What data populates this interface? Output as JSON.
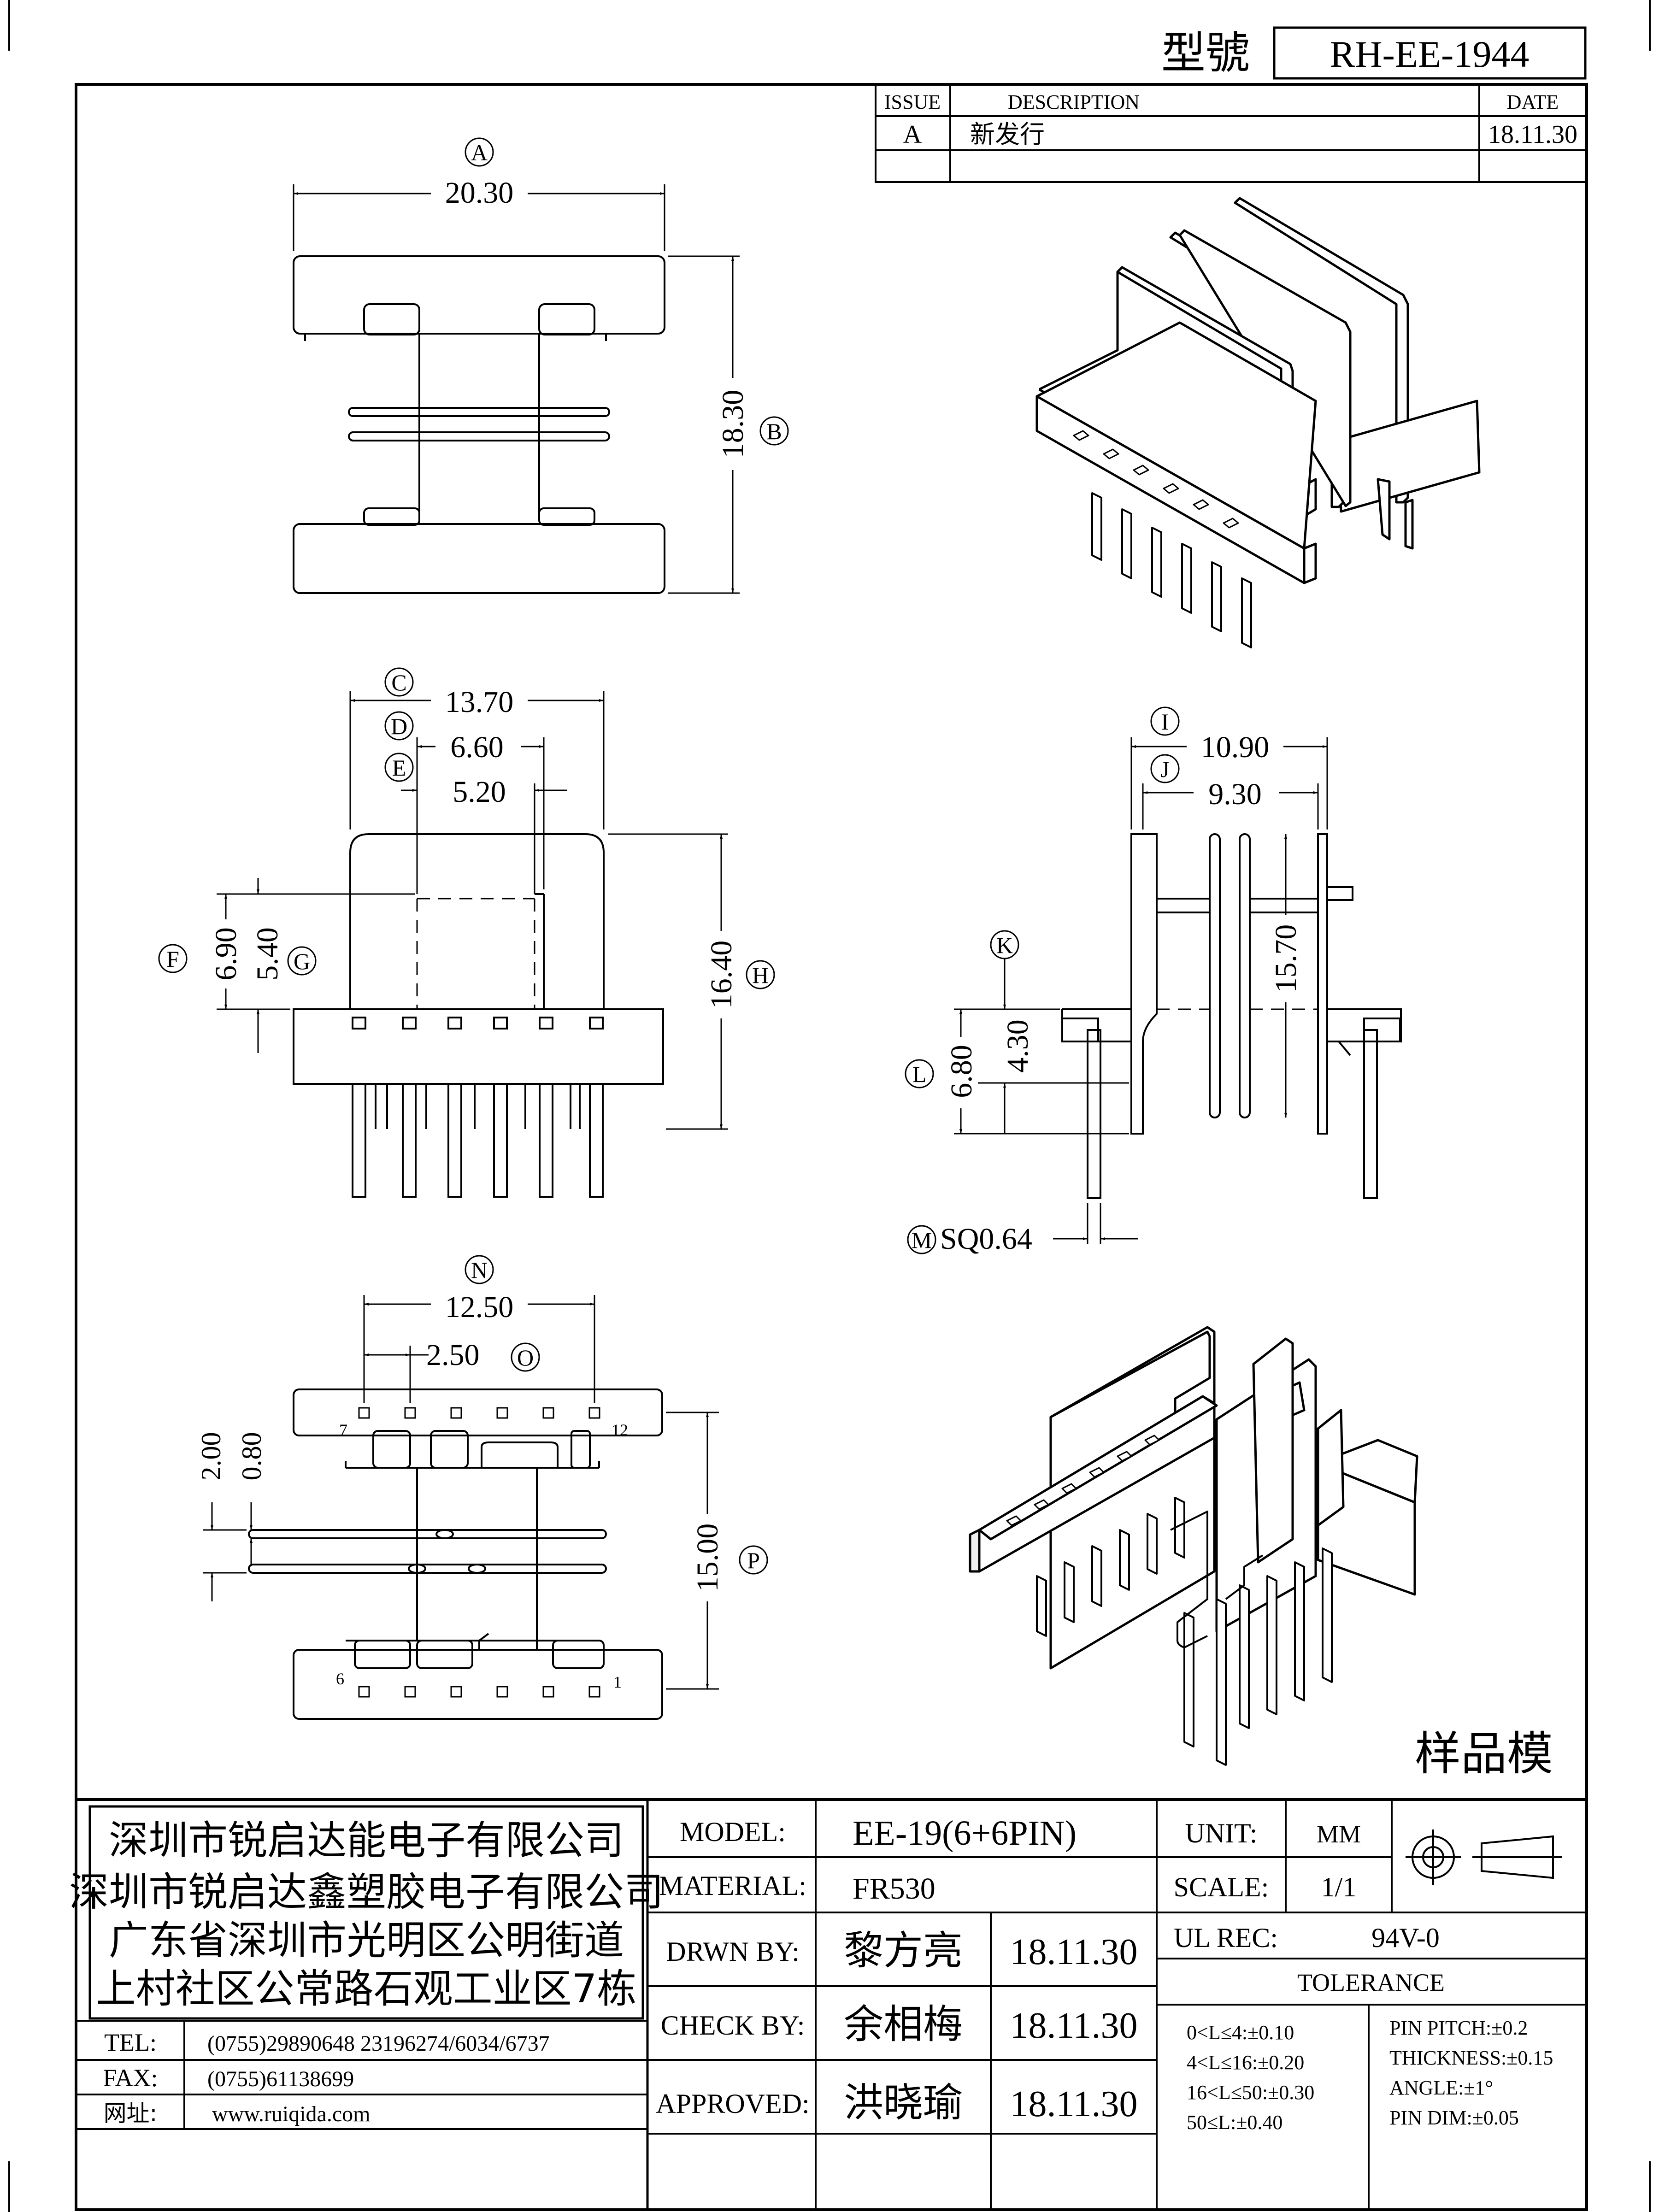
{
  "header": {
    "model_label": "型號",
    "model_value": "RH-EE-1944"
  },
  "revision": {
    "col_issue": "ISSUE",
    "col_description": "DESCRIPTION",
    "col_date": "DATE",
    "rows": [
      {
        "issue": "A",
        "description": "新发行",
        "date": "18.11.30"
      }
    ]
  },
  "dims": {
    "A": {
      "letter": "A",
      "value": "20.30"
    },
    "B": {
      "letter": "B",
      "value": "18.30"
    },
    "C": {
      "letter": "C",
      "value": "13.70"
    },
    "D": {
      "letter": "D",
      "value": "6.60"
    },
    "E": {
      "letter": "E",
      "value": "5.20"
    },
    "F": {
      "letter": "F",
      "value": "6.90"
    },
    "G": {
      "letter": "G",
      "value": "5.40"
    },
    "H": {
      "letter": "H",
      "value": "16.40"
    },
    "I": {
      "letter": "I",
      "value": "10.90"
    },
    "J": {
      "letter": "J",
      "value": "9.30"
    },
    "K": {
      "letter": "K",
      "value": "4.30"
    },
    "L": {
      "letter": "L",
      "value": "6.80"
    },
    "M": {
      "letter": "M",
      "value": "SQ0.64"
    },
    "N": {
      "letter": "N",
      "value": "12.50"
    },
    "O": {
      "letter": "O",
      "value": "2.50"
    },
    "P": {
      "letter": "P",
      "value": "15.00"
    },
    "extra_2": "2.00",
    "extra_08": "0.80",
    "extra_1570": "15.70"
  },
  "pins": {
    "p7": "7",
    "p12": "12",
    "p6": "6",
    "p1": "1"
  },
  "sample_label": "样品模",
  "company": {
    "line1": "深圳市锐启达能电子有限公司",
    "line2": "深圳市锐启达鑫塑胶电子有限公司",
    "line3": "广东省深圳市光明区公明街道",
    "line4": "上村社区公常路石观工业区7栋"
  },
  "contact": {
    "tel_label": "TEL:",
    "tel_value": "(0755)29890648  23196274/6034/6737",
    "fax_label": "FAX:",
    "fax_value": "(0755)61138699",
    "web_label": "网址:",
    "web_value": "www.ruiqida.com"
  },
  "spec": {
    "model_label": "MODEL:",
    "model_value": "EE-19(6+6PIN)",
    "material_label": "MATERIAL:",
    "material_value": "FR530",
    "unit_label": "UNIT:",
    "unit_value": "MM",
    "scale_label": "SCALE:",
    "scale_value": "1/1",
    "ulrec_label": "UL REC:",
    "ulrec_value": "94V-0",
    "tolerance_label": "TOLERANCE",
    "drawn_label": "DRWN BY:",
    "drawn_name": "黎方亮",
    "drawn_date": "18.11.30",
    "check_label": "CHECK BY:",
    "check_name": "余相梅",
    "check_date": "18.11.30",
    "approved_label": "APPROVED:",
    "approved_name": "洪晓瑜",
    "approved_date": "18.11.30",
    "tol1": "0<L≤4:±0.10",
    "tol2": "4<L≤16:±0.20",
    "tol3": "16<L≤50:±0.30",
    "tol4": "50≤L:±0.40",
    "tol5": "PIN PITCH:±0.2",
    "tol6": "THICKNESS:±0.15",
    "tol7": "ANGLE:±1°",
    "tol8": "PIN DIM:±0.05"
  }
}
